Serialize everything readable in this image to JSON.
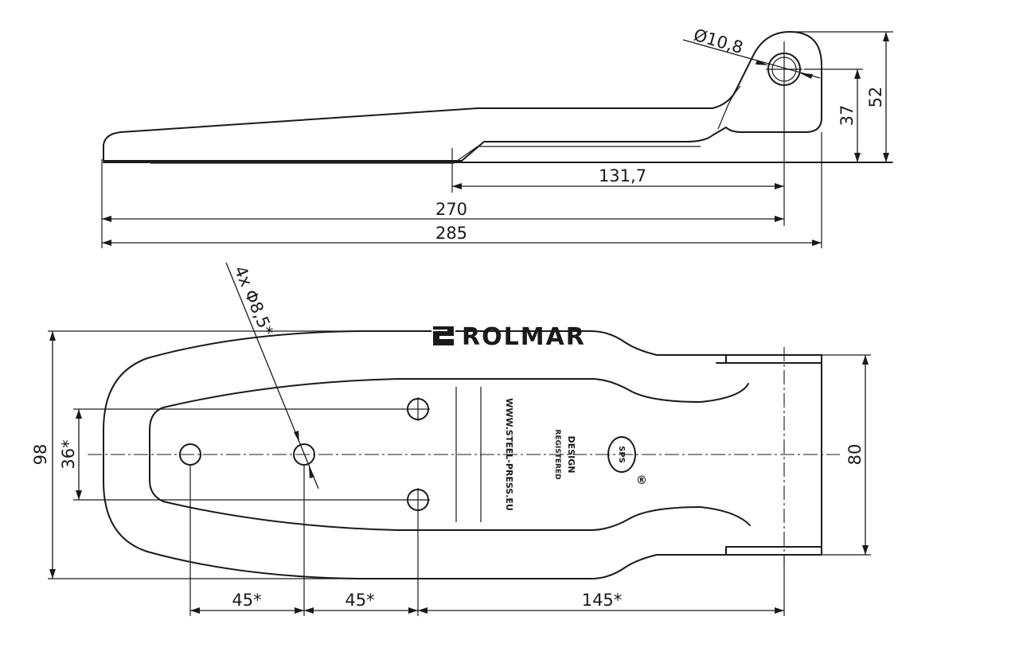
{
  "side_view": {
    "dimensions": {
      "hole_diameter": "Ø10,8",
      "length_131": "131,7",
      "length_270": "270",
      "length_285": "285",
      "height_37": "37",
      "height_52": "52"
    }
  },
  "top_view": {
    "dimensions": {
      "hole_callout": "4x Φ8,5*",
      "width_98": "98",
      "spacing_36": "36*",
      "width_80": "80",
      "spacing_45_a": "45*",
      "spacing_45_b": "45*",
      "spacing_145": "145*"
    },
    "stamp": {
      "url": "WWW.STEEL-PRESS.EU",
      "design_line1": "DESIGN",
      "design_line2": "REGISTERED",
      "logo_text": "SPS",
      "registered_mark": "®"
    }
  },
  "watermark": {
    "brand": "ROLMAR"
  },
  "colors": {
    "line": "#1a1a1a",
    "background": "#ffffff"
  }
}
